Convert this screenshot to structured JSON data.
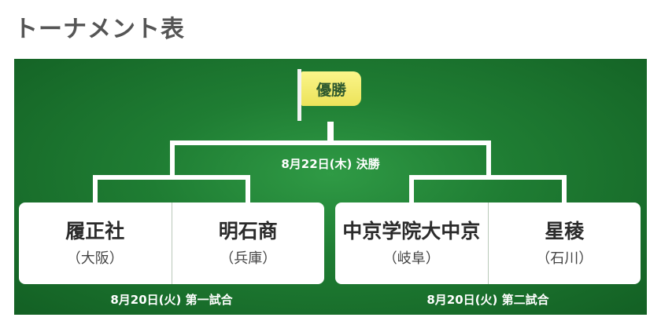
{
  "page": {
    "title": "トーナメント表"
  },
  "final": {
    "flag_label": "優勝",
    "date": "8月22日(木) 決勝"
  },
  "matches": [
    {
      "date": "8月20日(火) 第一試合",
      "teams": [
        {
          "name": "履正社",
          "pref": "（大阪）"
        },
        {
          "name": "明石商",
          "pref": "（兵庫）"
        }
      ]
    },
    {
      "date": "8月20日(火) 第二試合",
      "teams": [
        {
          "name": "中京学院大中京",
          "pref": "（岐阜）"
        },
        {
          "name": "星稜",
          "pref": "（石川）"
        }
      ]
    }
  ],
  "colors": {
    "board_green": "#1f7d33",
    "flag_yellow": "#f3ec6a",
    "title_gray": "#555555"
  }
}
